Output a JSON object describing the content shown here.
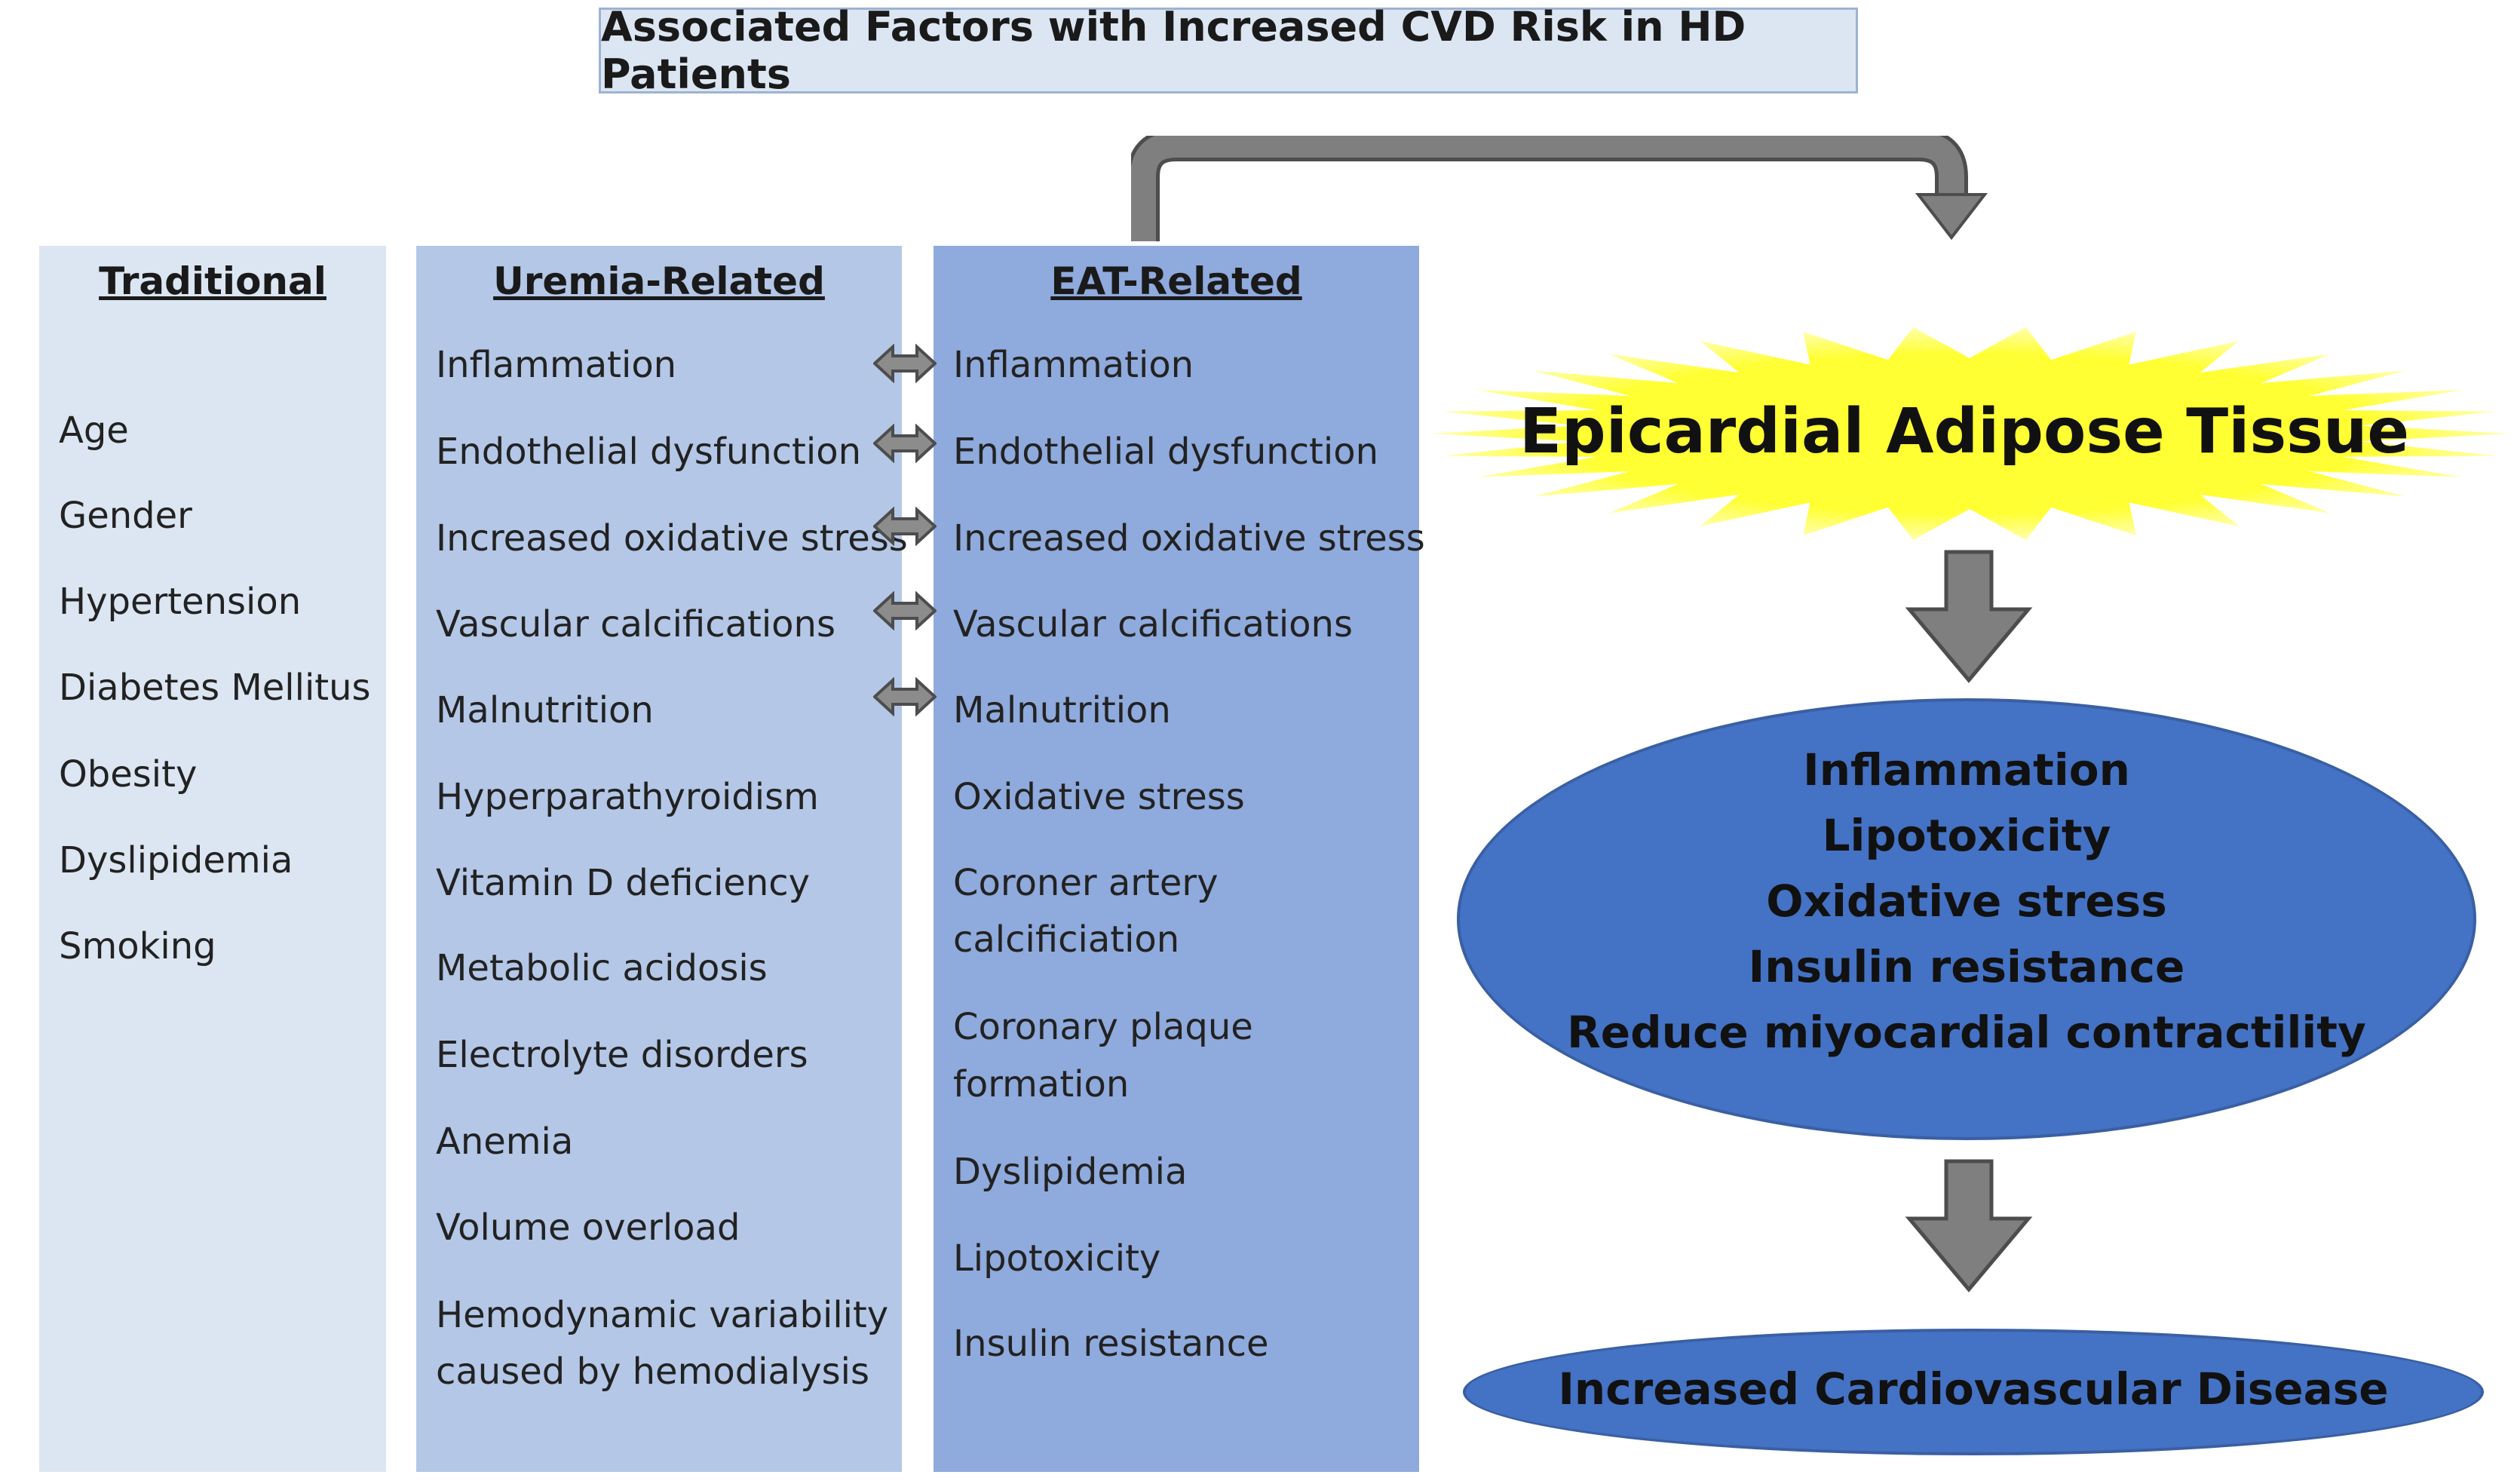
{
  "title": "Associated Factors with Increased CVD Risk in HD Patients",
  "columns": {
    "traditional": {
      "header": "Traditional",
      "items": [
        "Age",
        "Gender",
        "Hypertension",
        "Diabetes Mellitus",
        "Obesity",
        "Dyslipidemia",
        "Smoking"
      ]
    },
    "uremia": {
      "header": "Uremia-Related",
      "items": [
        "Inflammation",
        "Endothelial dysfunction",
        "Increased  oxidative stress",
        "Vascular calcifications",
        "Malnutrition",
        "Hyperparathyroidism",
        "Vitamin D deficiency",
        "Metabolic acidosis",
        "Electrolyte disorders",
        "Anemia",
        "Volume overload",
        "Hemodynamic variability",
        "caused by hemodialysis"
      ]
    },
    "eat": {
      "header": "EAT-Related",
      "items": [
        "Inflammation",
        "Endothelial dysfunction",
        "Increased  oxidative stress",
        "Vascular calcifications",
        "Malnutrition",
        "Oxidative stress",
        "Coroner artery",
        "calcificiation",
        "Coronary plaque",
        "formation",
        "Dyslipidemia",
        "Lipotoxicity",
        "Insulin resistance"
      ]
    }
  },
  "eat_title": "Epicardial Adipose Tissue",
  "mechanisms": [
    "Inflammation",
    "Lipotoxicity",
    "Oxidative stress",
    "Insulin resistance",
    "Reduce miyocardial contractility"
  ],
  "outcome": "Increased Cardiovascular Disease",
  "colors": {
    "title_bg": "#dce6f2",
    "traditional_bg": "#dce6f2",
    "uremia_bg": "#b4c7e7",
    "eat_bg": "#8faadc",
    "ellipse": "#4472c4",
    "starburst": "#ffff33",
    "arrow": "#7f7f7f"
  }
}
